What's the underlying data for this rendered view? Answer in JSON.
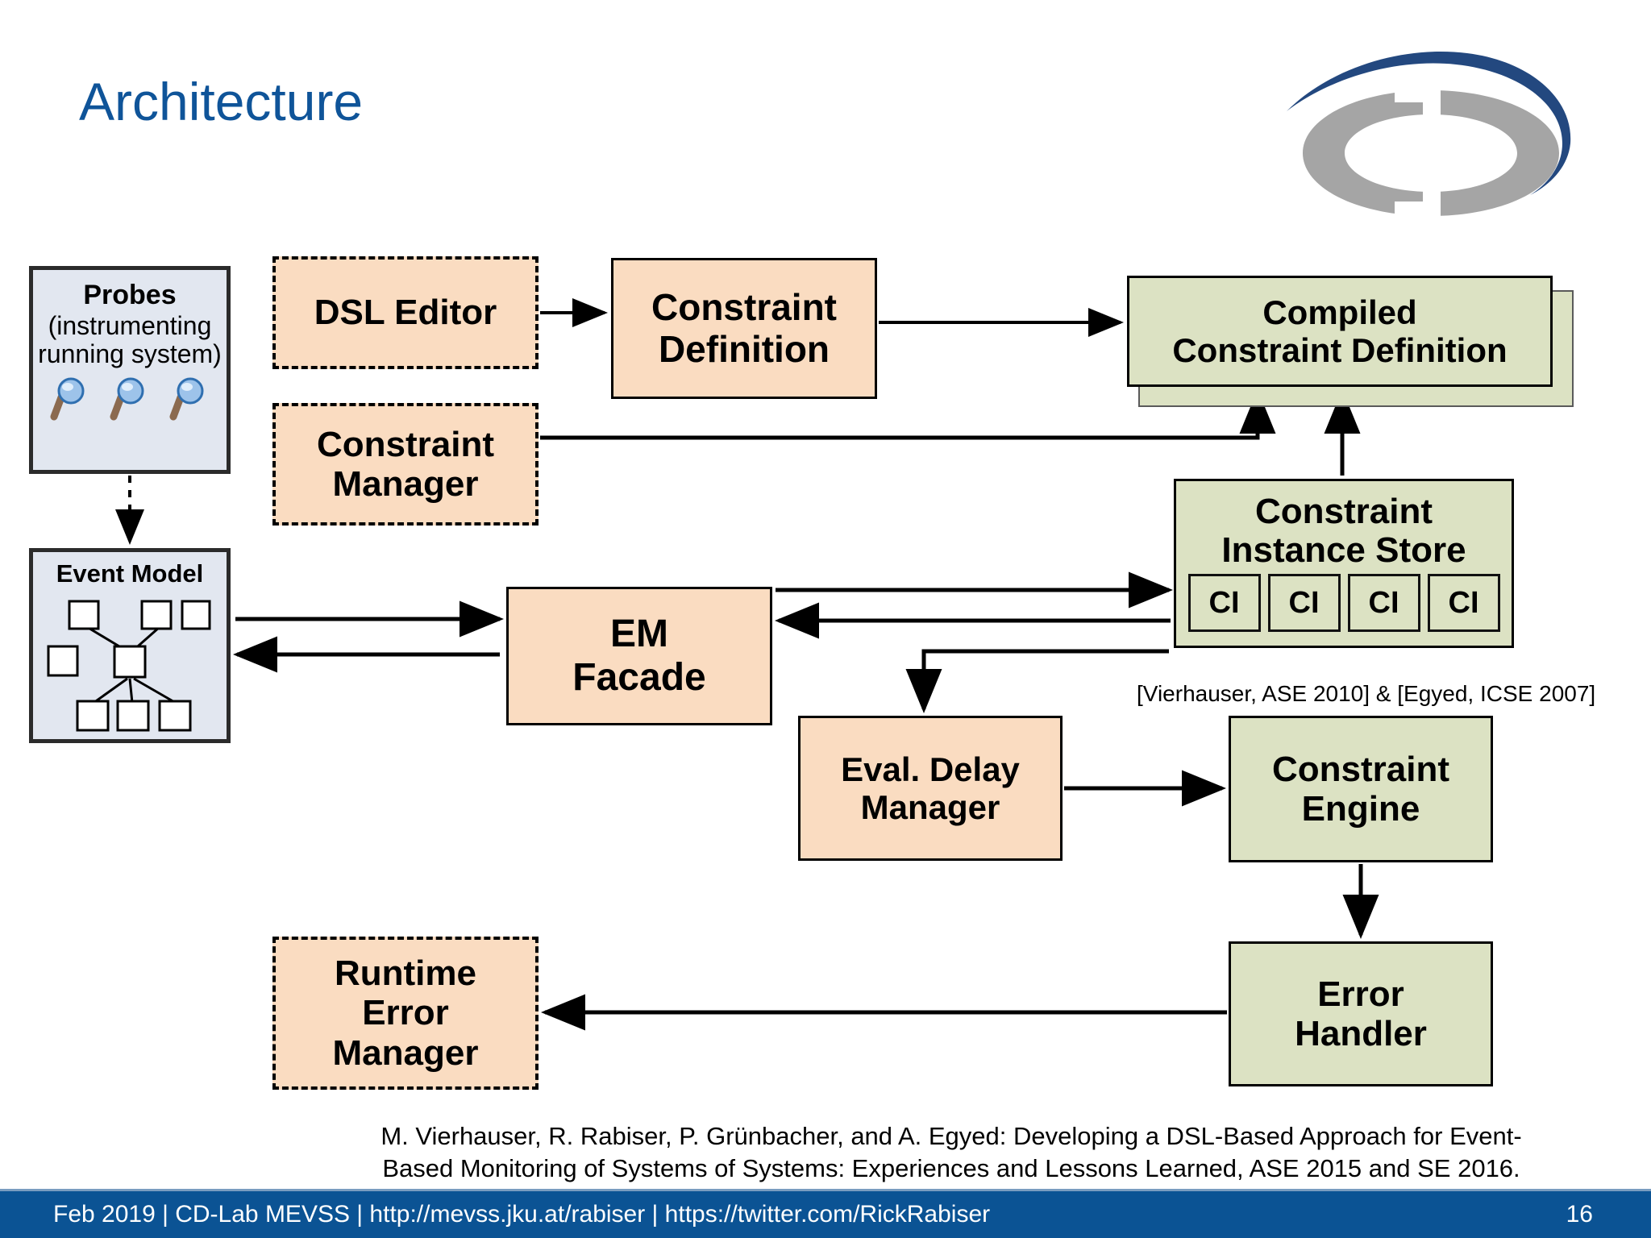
{
  "slide": {
    "title": "Architecture",
    "page_number": "16",
    "footer_text": "Feb 2019 |  CD-Lab MEVSS | http://mevss.jku.at/rabiser | https://twitter.com/RickRabiser",
    "background": "#ffffff"
  },
  "logo": {
    "name": "cd-lab-logo",
    "ring_color": "#A5A5A5",
    "swoosh_color": "#23487F"
  },
  "colors": {
    "peach": "#FADCC1",
    "green": "#DCE2C3",
    "blue_gray": "#E2E7F0",
    "title_blue": "#0F5499",
    "footer_blue": "#0B5394",
    "stroke": "#000000"
  },
  "diagram": {
    "type": "architecture-block-diagram",
    "nodes": [
      {
        "id": "probes",
        "title": "Probes",
        "subtitle": "(instrumenting\nrunning system)",
        "fill": "blue_gray",
        "border": "thick-solid",
        "icons": [
          "magnifier-icon",
          "magnifier-icon",
          "magnifier-icon"
        ]
      },
      {
        "id": "event-model",
        "title": "Event Model",
        "fill": "blue_gray",
        "border": "thick-solid",
        "graphic": "node-tree-graph"
      },
      {
        "id": "dsl-editor",
        "label": "DSL Editor",
        "fill": "peach",
        "border": "dashed"
      },
      {
        "id": "constraint-manager",
        "label": "Constraint\nManager",
        "fill": "peach",
        "border": "dashed"
      },
      {
        "id": "constraint-definition",
        "label": "Constraint\nDefinition",
        "fill": "peach",
        "border": "solid"
      },
      {
        "id": "compiled-constraint-definition",
        "label": "Compiled\nConstraint Definition",
        "fill": "green",
        "border": "solid",
        "stacked": true
      },
      {
        "id": "em-facade",
        "label": "EM\nFacade",
        "fill": "peach",
        "border": "solid"
      },
      {
        "id": "constraint-instance-store",
        "title": "Constraint\nInstance Store",
        "fill": "green",
        "border": "solid",
        "cells": [
          "CI",
          "CI",
          "CI",
          "CI"
        ]
      },
      {
        "id": "eval-delay-manager",
        "label": "Eval. Delay\nManager",
        "fill": "peach",
        "border": "solid"
      },
      {
        "id": "constraint-engine",
        "label": "Constraint\nEngine",
        "fill": "green",
        "border": "solid"
      },
      {
        "id": "error-handler",
        "label": "Error\nHandler",
        "fill": "green",
        "border": "solid"
      },
      {
        "id": "runtime-error-manager",
        "label": "Runtime\nError\nManager",
        "fill": "peach",
        "border": "dashed"
      }
    ],
    "edges": [
      {
        "from": "probes",
        "to": "event-model",
        "style": "dotted",
        "arrow": true
      },
      {
        "from": "dsl-editor",
        "to": "constraint-definition",
        "style": "solid",
        "arrow": true
      },
      {
        "from": "constraint-definition",
        "to": "compiled-constraint-definition",
        "style": "solid",
        "arrow": true
      },
      {
        "from": "constraint-manager",
        "to": "compiled-constraint-definition",
        "style": "elbow",
        "arrow": true
      },
      {
        "from": "constraint-instance-store",
        "to": "compiled-constraint-definition",
        "style": "solid",
        "arrow": true
      },
      {
        "from": "event-model",
        "to": "em-facade",
        "style": "solid",
        "arrow": true
      },
      {
        "from": "em-facade",
        "to": "event-model",
        "style": "solid",
        "arrow": true
      },
      {
        "from": "em-facade",
        "to": "constraint-instance-store",
        "style": "solid",
        "arrow": true
      },
      {
        "from": "constraint-instance-store",
        "to": "em-facade",
        "style": "solid",
        "arrow": true
      },
      {
        "from": "constraint-instance-store",
        "to": "eval-delay-manager",
        "style": "elbow",
        "arrow": true
      },
      {
        "from": "eval-delay-manager",
        "to": "constraint-engine",
        "style": "solid",
        "arrow": true
      },
      {
        "from": "constraint-engine",
        "to": "error-handler",
        "style": "solid",
        "arrow": true
      },
      {
        "from": "error-handler",
        "to": "runtime-error-manager",
        "style": "solid",
        "arrow": true
      }
    ]
  },
  "labels": {
    "probes_title": "Probes",
    "probes_line1": "(instrumenting",
    "probes_line2": "running system)",
    "event_model_title": "Event Model",
    "dsl_editor": "DSL Editor",
    "constraint_manager_line1": "Constraint",
    "constraint_manager_line2": "Manager",
    "constraint_definition_line1": "Constraint",
    "constraint_definition_line2": "Definition",
    "compiled_line1": "Compiled",
    "compiled_line2": "Constraint Definition",
    "em_facade_line1": "EM",
    "em_facade_line2": "Facade",
    "cis_line1": "Constraint",
    "cis_line2": "Instance Store",
    "ci_cell": "CI",
    "eval_delay_line1": "Eval. Delay",
    "eval_delay_line2": "Manager",
    "constraint_engine_line1": "Constraint",
    "constraint_engine_line2": "Engine",
    "error_handler_line1": "Error",
    "error_handler_line2": "Handler",
    "runtime_error_line1": "Runtime",
    "runtime_error_line2": "Error",
    "runtime_error_line3": "Manager"
  },
  "citations": {
    "inline": "[Vierhauser, ASE 2010] & [Egyed, ICSE 2007]",
    "bottom_line1": "M. Vierhauser, R. Rabiser, P. Grünbacher, and A. Egyed: Developing a DSL-Based Approach for Event-",
    "bottom_line2": "Based Monitoring of Systems of Systems: Experiences and Lessons Learned, ASE 2015 and SE 2016."
  }
}
